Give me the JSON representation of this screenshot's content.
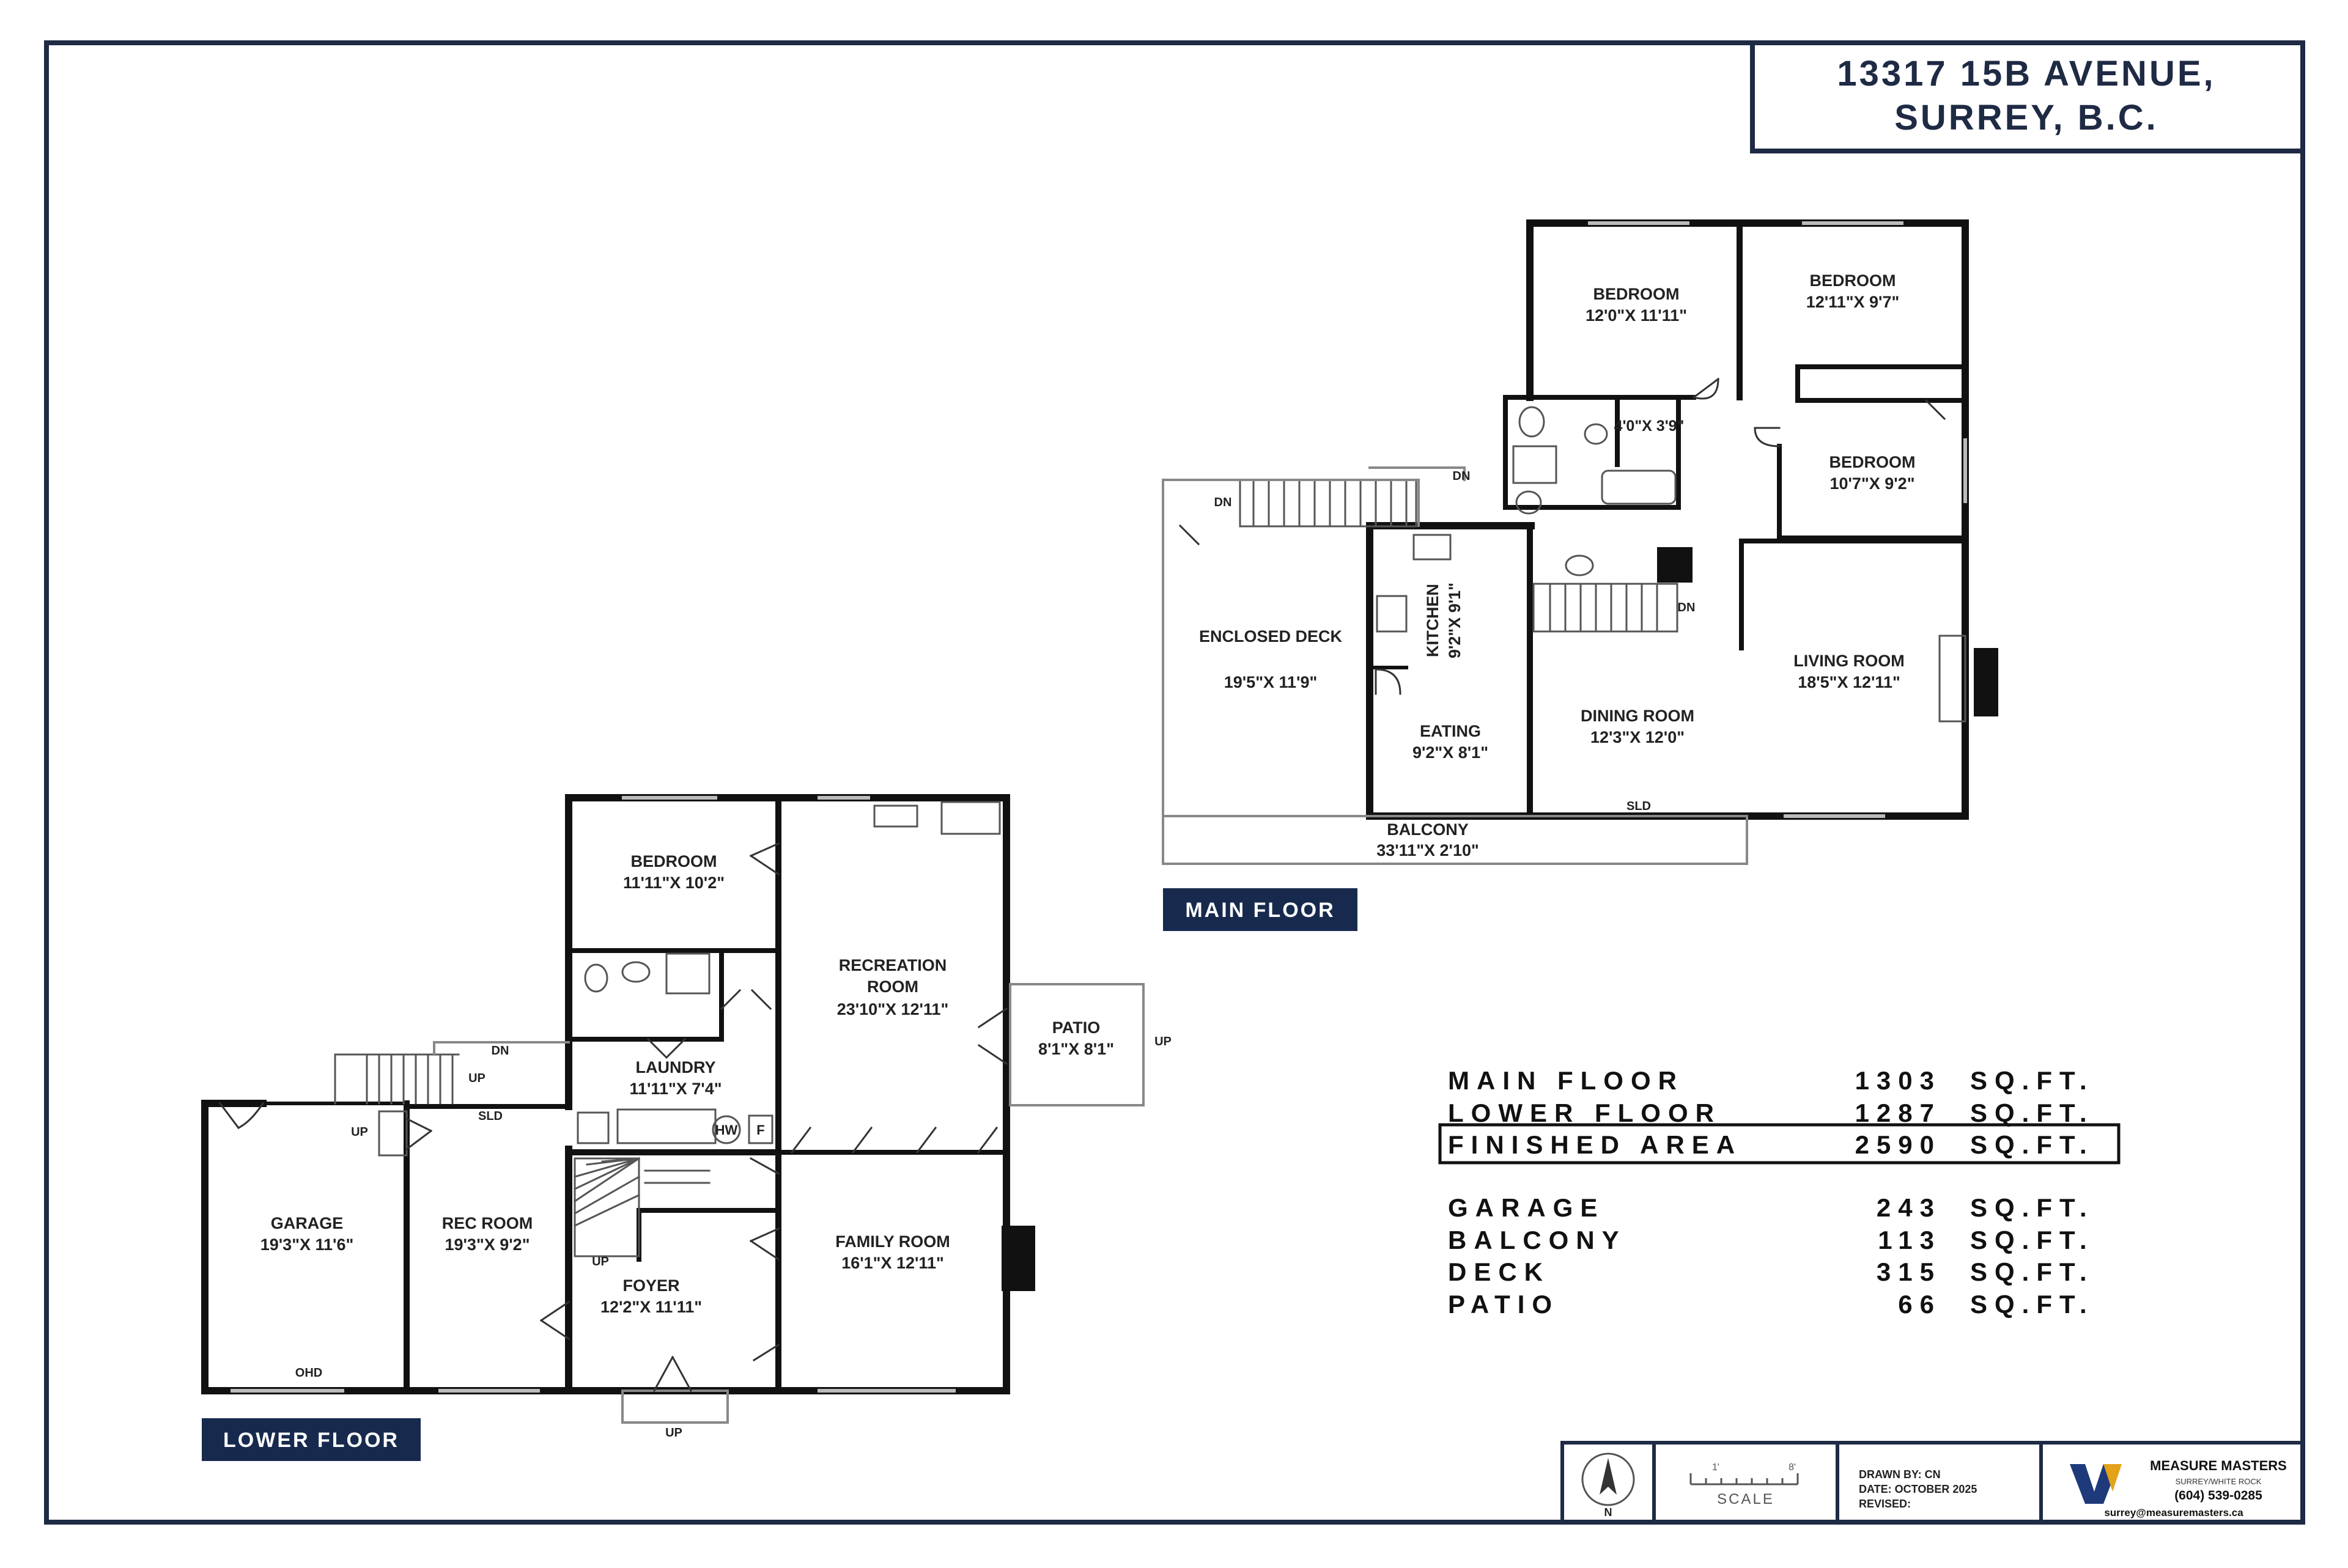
{
  "address": {
    "line1": "13317 15B AVENUE,",
    "line2": "SURREY, B.C."
  },
  "colors": {
    "frame": "#1f2a44",
    "wall": "#111111",
    "label_bg": "#172a4e",
    "label_text": "#ffffff",
    "stroke": "#888888"
  },
  "floors": {
    "main_label": "MAIN FLOOR",
    "lower_label": "LOWER FLOOR"
  },
  "main_rooms": [
    {
      "name": "BEDROOM",
      "size": "12'0\"X 11'11\""
    },
    {
      "name": "BEDROOM",
      "size": "12'11\"X 9'7\""
    },
    {
      "name": "BEDROOM",
      "size": "10'7\"X 9'2\""
    },
    {
      "name": "",
      "size": "4'0\"X 3'9\""
    },
    {
      "name": "ENCLOSED DECK",
      "size": "19'5\"X 11'9\""
    },
    {
      "name": "KITCHEN",
      "size": "9'2\"X 9'1\""
    },
    {
      "name": "EATING",
      "size": "9'2\"X 8'1\""
    },
    {
      "name": "DINING ROOM",
      "size": "12'3\"X 12'0\""
    },
    {
      "name": "LIVING ROOM",
      "size": "18'5\"X 12'11\""
    },
    {
      "name": "BALCONY",
      "size": "33'11\"X 2'10\""
    }
  ],
  "lower_rooms": [
    {
      "name": "BEDROOM",
      "size": "11'11\"X 10'2\""
    },
    {
      "name": "RECREATION ROOM",
      "size": "23'10\"X 12'11\""
    },
    {
      "name": "PATIO",
      "size": "8'1\"X 8'1\""
    },
    {
      "name": "LAUNDRY",
      "size": "11'11\"X 7'4\""
    },
    {
      "name": "GARAGE",
      "size": "19'3\"X 11'6\""
    },
    {
      "name": "REC ROOM",
      "size": "19'3\"X 9'2\""
    },
    {
      "name": "FOYER",
      "size": "12'2\"X 11'11\""
    },
    {
      "name": "FAMILY ROOM",
      "size": "16'1\"X 12'11\""
    }
  ],
  "fixtures": {
    "dn": "DN",
    "up": "UP",
    "sld": "SLD",
    "ohd": "OHD",
    "hw": "HW",
    "f": "F"
  },
  "area_table": [
    {
      "label": "MAIN FLOOR",
      "value": "1303",
      "unit": "SQ.FT."
    },
    {
      "label": "LOWER FLOOR",
      "value": "1287",
      "unit": "SQ.FT."
    },
    {
      "label": "FINISHED AREA",
      "value": "2590",
      "unit": "SQ.FT.",
      "highlight": true
    },
    {
      "label": "GARAGE",
      "value": "243",
      "unit": "SQ.FT."
    },
    {
      "label": "BALCONY",
      "value": "113",
      "unit": "SQ.FT."
    },
    {
      "label": "DECK",
      "value": "315",
      "unit": "SQ.FT."
    },
    {
      "label": "PATIO",
      "value": "66",
      "unit": "SQ.FT."
    }
  ],
  "footer": {
    "compass_letter": "N",
    "scale_label": "SCALE",
    "scale_ticks": [
      "1'",
      "8'"
    ],
    "drawn_by": "DRAWN BY: CN",
    "date": "DATE: OCTOBER 2025",
    "revised": "REVISED:",
    "company": "MEASURE MASTERS",
    "company_sub": "SURREY/WHITE ROCK",
    "phone": "(604) 539-0285",
    "email": "surrey@measuremasters.ca"
  }
}
